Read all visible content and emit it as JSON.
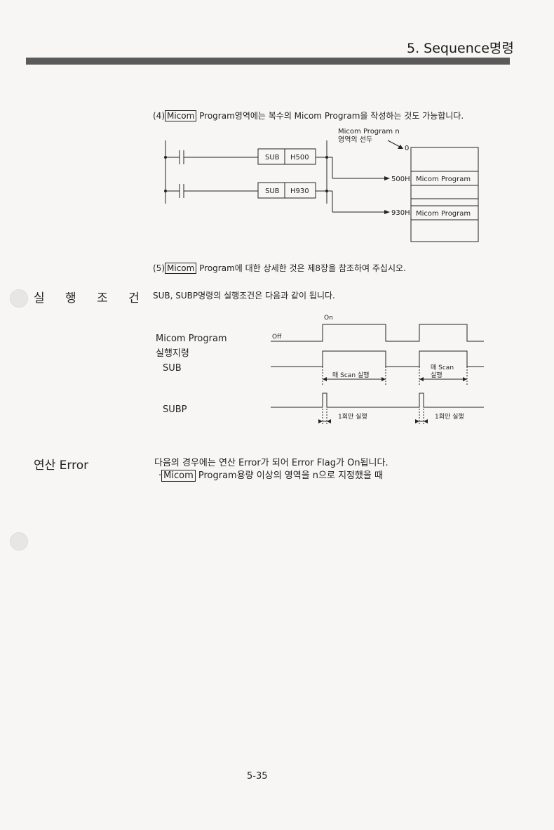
{
  "header": {
    "title": "5. Sequence명령"
  },
  "note4": {
    "prefix": "(4)",
    "keyword": "Micom",
    "rest": " Program영역에는 복수의 Micom Program을 작성하는 것도 가능합니다."
  },
  "ladder": {
    "sub_label": "SUB",
    "row1_operand": "H500",
    "row2_operand": "H930",
    "area_start_line1": "Micom Program n",
    "area_start_line2": "영역의 선두",
    "address_zero": "0",
    "address_1": "500H",
    "address_2": "930H",
    "block_label": "Micom   Program"
  },
  "note5": {
    "prefix": "(5)",
    "keyword": "Micom",
    "rest": " Program에 대한  상세한 것은 제8장을 참조하여 주십시오."
  },
  "exec_condition": {
    "heading": "실 행 조 건",
    "intro": "SUB, SUBP명령의 실행조건은 다음과 같이 됩니다.",
    "on_label": "On",
    "off_label": "Off",
    "signal_line1": "Micom Program",
    "signal_line2": "실행지령",
    "sub_label": "SUB",
    "subp_label": "SUBP",
    "every_scan": "매 Scan 실행",
    "every_scan_2a": "매 Scan",
    "every_scan_2b": "실행",
    "once": "1회만 실행"
  },
  "error": {
    "heading": "연산 Error",
    "line1": "다음의 경우에는 연산  Error가  되어   Error Flag가  On됩니다.",
    "bullet_prefix": "·",
    "bullet_keyword": "Micom",
    "bullet_rest": " Program용량  이상의 영역을 n으로 지정했을 때"
  },
  "footer": {
    "page": "5-35"
  }
}
